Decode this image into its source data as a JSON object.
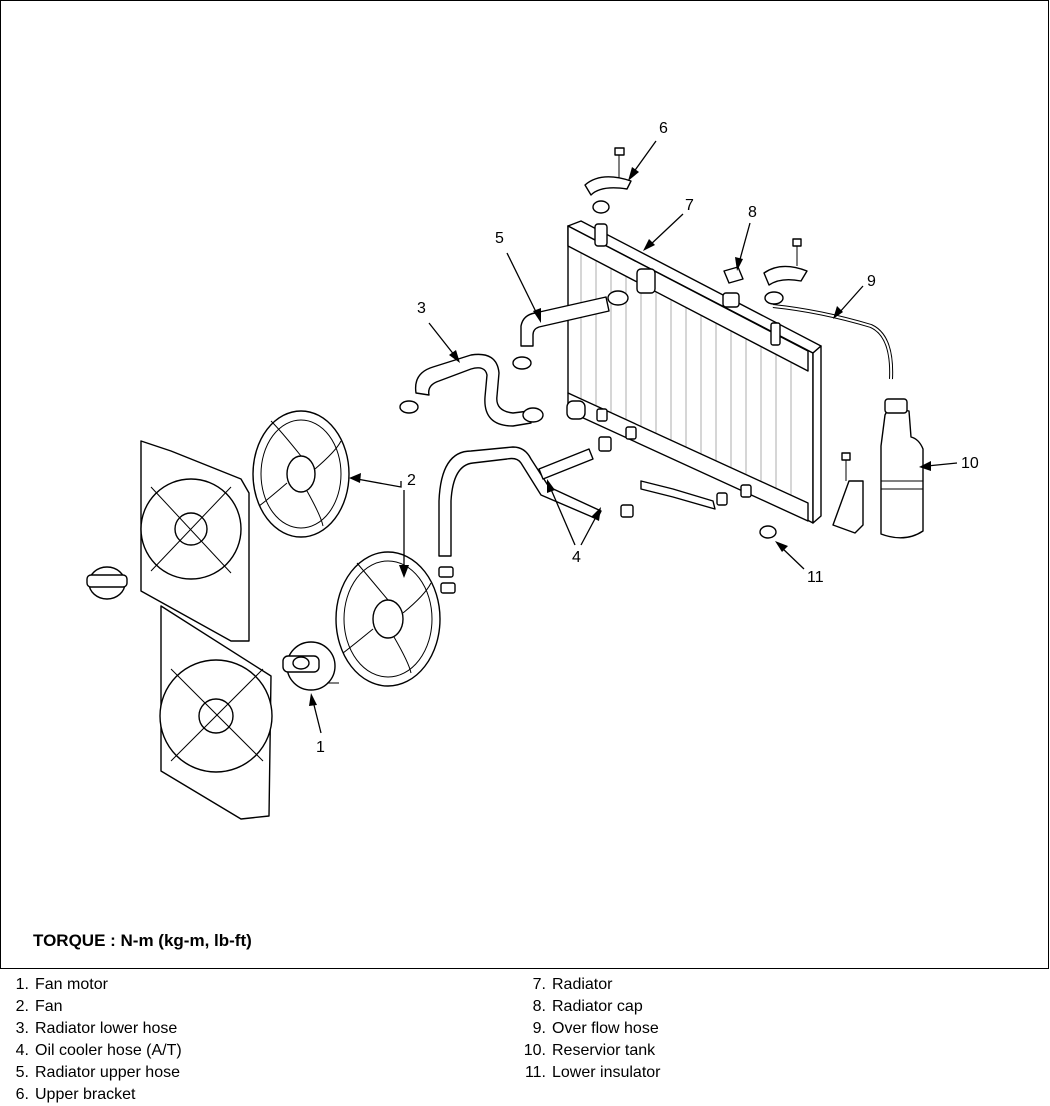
{
  "callouts": [
    "1",
    "2",
    "3",
    "4",
    "5",
    "6",
    "7",
    "8",
    "9",
    "10",
    "11"
  ],
  "torque_label": "TORQUE : N-m (kg-m, lb-ft)",
  "legend": [
    {
      "num": "1.",
      "label": "Fan motor"
    },
    {
      "num": "2.",
      "label": "Fan"
    },
    {
      "num": "3.",
      "label": "Radiator lower hose"
    },
    {
      "num": "4.",
      "label": "Oil cooler hose (A/T)"
    },
    {
      "num": "5.",
      "label": "Radiator upper hose"
    },
    {
      "num": "6.",
      "label": "Upper bracket"
    },
    {
      "num": "7.",
      "label": "Radiator"
    },
    {
      "num": "8.",
      "label": "Radiator cap"
    },
    {
      "num": "9.",
      "label": "Over flow hose"
    },
    {
      "num": "10.",
      "label": "Reservior tank"
    },
    {
      "num": "11.",
      "label": "Lower insulator"
    }
  ]
}
